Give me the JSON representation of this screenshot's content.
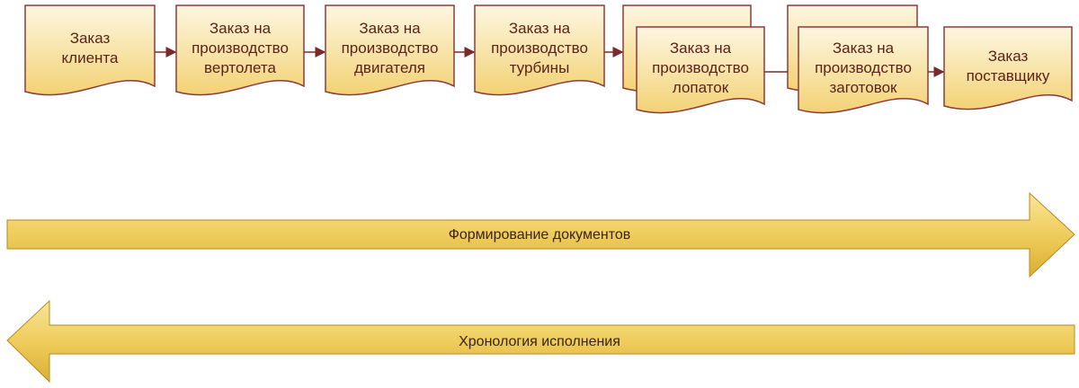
{
  "colors": {
    "stroke": "#8e3a3a",
    "fill_top": "#fdf7e2",
    "fill_bottom": "#f3d274",
    "text": "#5a2418",
    "arrow_top": "#f6df86",
    "arrow_bottom": "#d7ae2c"
  },
  "documents": [
    {
      "lines": [
        "Заказ",
        "клиента"
      ]
    },
    {
      "lines": [
        "Заказ на",
        "производство",
        "вертолета"
      ]
    },
    {
      "lines": [
        "Заказ на",
        "производство",
        "двигателя"
      ]
    },
    {
      "lines": [
        "Заказ на",
        "производство",
        "турбины"
      ]
    },
    {
      "lines": [
        "Заказ на",
        "производство",
        "лопаток"
      ],
      "stacked": true
    },
    {
      "lines": [
        "Заказ на",
        "производство",
        "заготовок"
      ],
      "stacked": true
    },
    {
      "lines": [
        "Заказ",
        "поставщику"
      ]
    }
  ],
  "arrows": {
    "forward_label": "Формирование документов",
    "backward_label": "Хронология исполнения"
  }
}
